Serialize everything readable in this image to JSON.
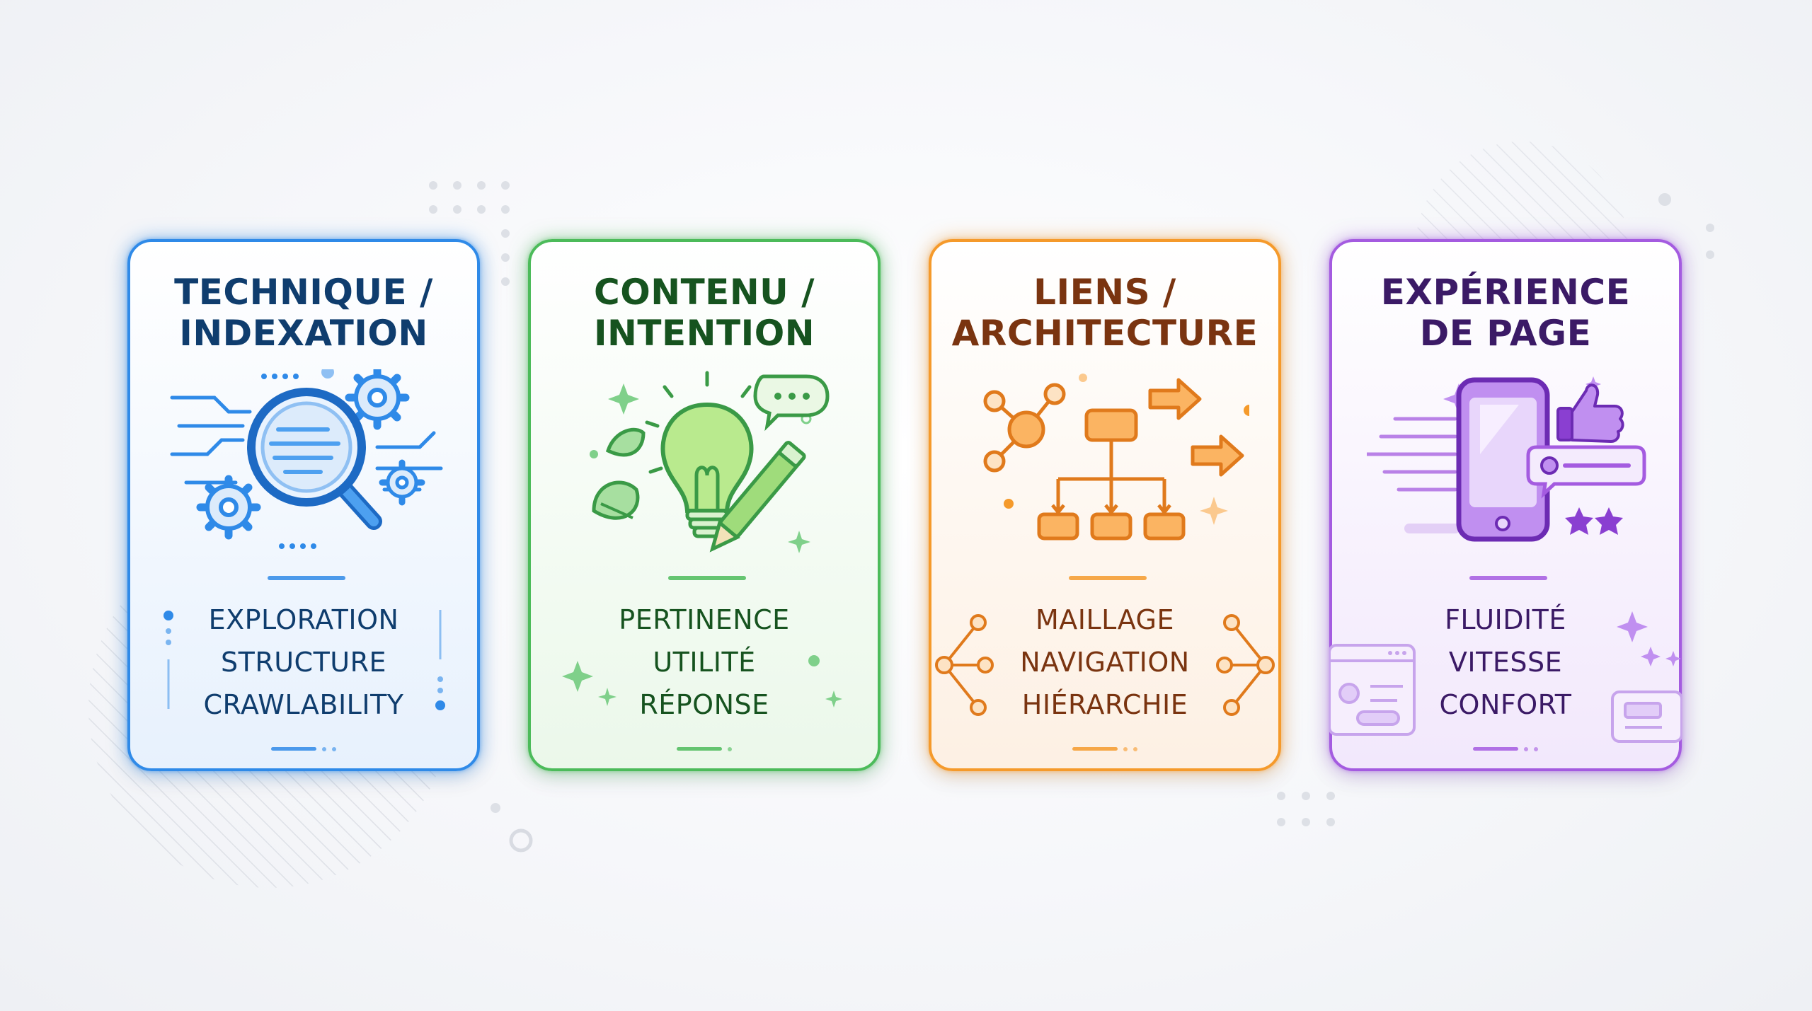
{
  "colors": {
    "blue": "#2f8ae8",
    "blue_dark": "#0f3d6e",
    "green": "#4cbb5a",
    "green_dark": "#16531f",
    "orange": "#f59a2b",
    "orange_dark": "#7a3410",
    "purple": "#a45be0",
    "purple_dark": "#3b1a66"
  },
  "cards": [
    {
      "title_line1": "TECHNIQUE /",
      "title_line2": "INDEXATION",
      "icon": "magnifier-gears-icon",
      "keywords": [
        "EXPLORATION",
        "STRUCTURE",
        "CRAWLABILITY"
      ]
    },
    {
      "title_line1": "CONTENU /",
      "title_line2": "INTENTION",
      "icon": "lightbulb-pencil-icon",
      "keywords": [
        "PERTINENCE",
        "UTILITÉ",
        "RÉPONSE"
      ]
    },
    {
      "title_line1": "LIENS /",
      "title_line2": "ARCHITECTURE",
      "icon": "sitemap-network-icon",
      "keywords": [
        "MAILLAGE",
        "NAVIGATION",
        "HIÉRARCHIE"
      ]
    },
    {
      "title_line1": "EXPÉRIENCE",
      "title_line2": "DE PAGE",
      "icon": "smartphone-thumbs-up-icon",
      "keywords": [
        "FLUIDITÉ",
        "VITESSE",
        "CONFORT"
      ]
    }
  ]
}
